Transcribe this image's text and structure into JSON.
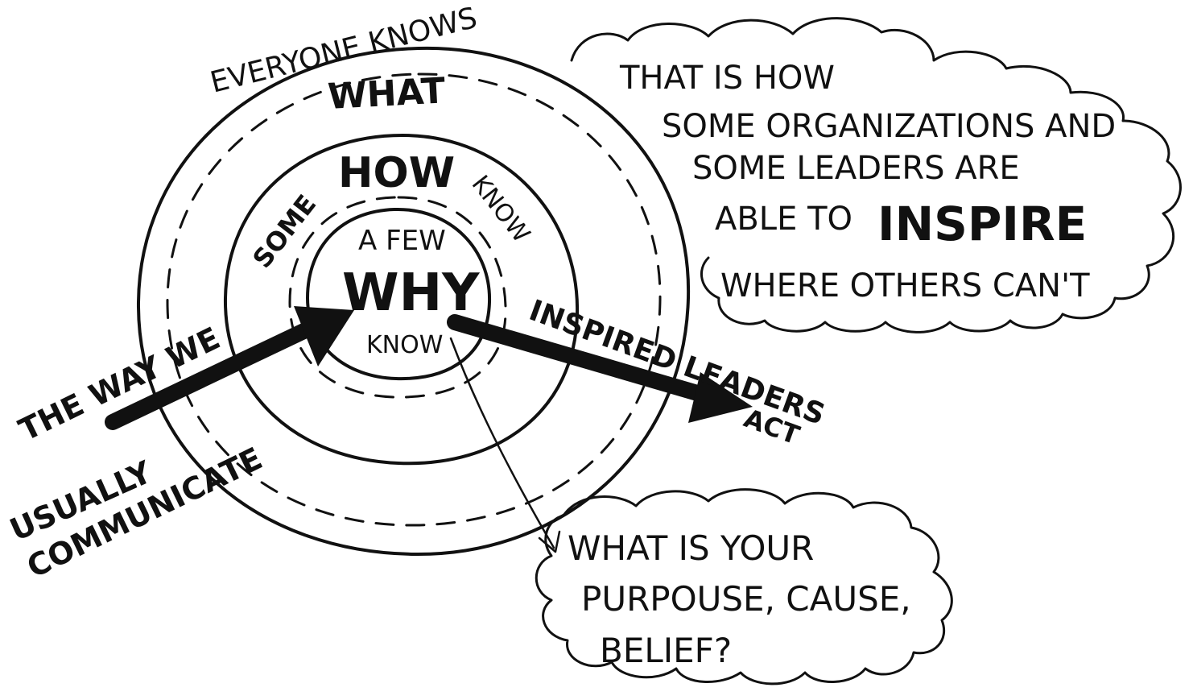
{
  "circles": {
    "outer_caption": "EVERYONE KNOWS",
    "outer_label": "WHAT",
    "middle_label": "HOW",
    "middle_prefix": "SOME",
    "middle_suffix": "KNOW",
    "inner_prefix": "A FEW",
    "inner_label": "WHY",
    "inner_suffix": "KNOW"
  },
  "left_arrow": {
    "line1": "THE WAY WE",
    "line2": "USUALLY",
    "line3": "COMMUNICATE"
  },
  "right_arrow": {
    "line1": "INSPIRED LEADERS",
    "line2": "ACT"
  },
  "top_cloud": {
    "line1": "THAT IS HOW",
    "line2": "SOME ORGANIZATIONS AND",
    "line3": "SOME LEADERS ARE",
    "line4_prefix": "ABLE TO",
    "line4_emphasis": "INSPIRE",
    "line5": "WHERE OTHERS CAN'T"
  },
  "bottom_cloud": {
    "line1": "WHAT IS YOUR",
    "line2": "PURPOUSE, CAUSE,",
    "line3": "BELIEF?"
  },
  "colors": {
    "ink": "#111111",
    "paper": "#ffffff"
  }
}
